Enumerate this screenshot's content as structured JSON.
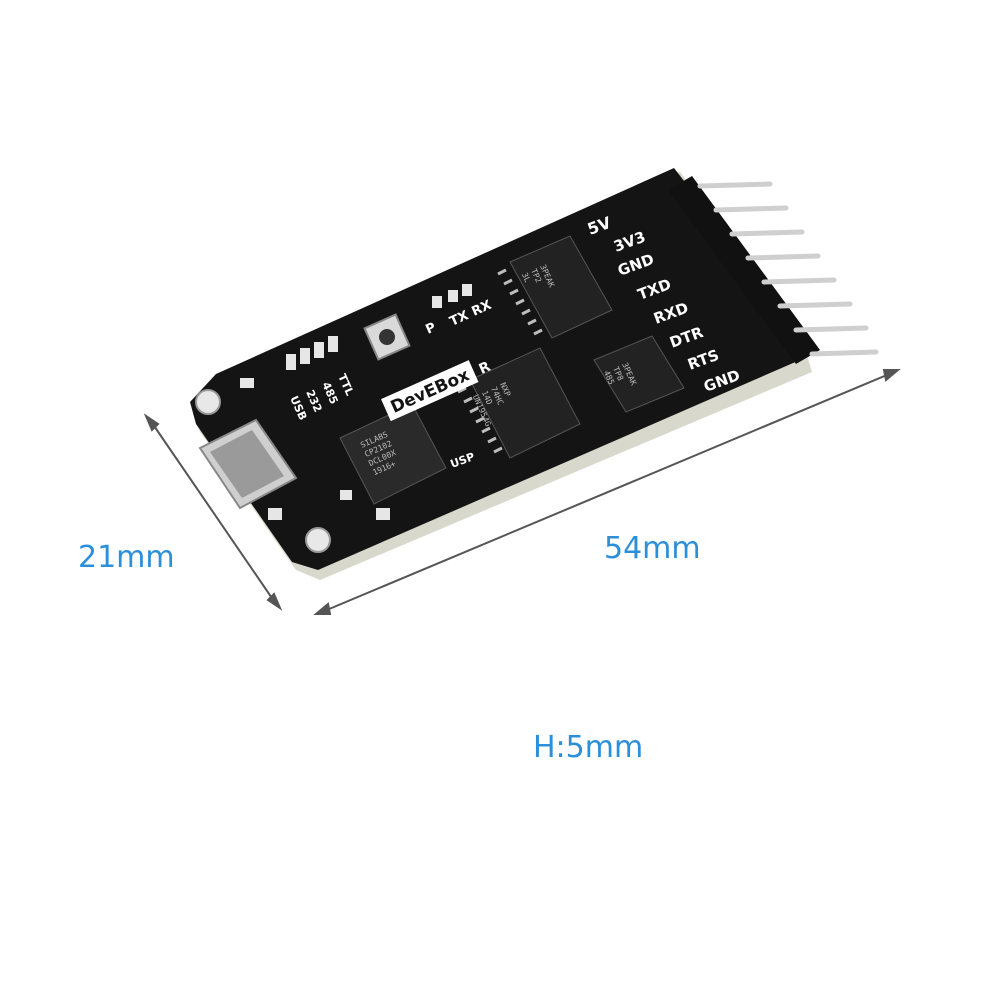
{
  "dimensions": {
    "width": "21mm",
    "length": "54mm",
    "height": "H:5mm"
  },
  "board": {
    "brand": "DevEBox",
    "registered_mark": "R",
    "pins": [
      "5V",
      "3V3",
      "GND",
      "TXD",
      "RXD",
      "DTR",
      "RTS",
      "GND"
    ],
    "leds": [
      "P",
      "TX",
      "RX"
    ],
    "mode_labels": [
      "USB",
      "232",
      "485",
      "TTL"
    ],
    "chip_main": [
      "SILABS",
      "CP2102",
      "DCL00X",
      "1916+"
    ],
    "chip_ic2": [
      "NXP",
      "74HC",
      "14D",
      "UN1954G"
    ],
    "chip_ic3": [
      "3PEAK",
      "TP2",
      "3L"
    ],
    "chip_ic4": [
      "3PEAK",
      "TP8",
      "485"
    ],
    "usp_label": "USP"
  },
  "colors": {
    "accent": "#2b8fd9",
    "pcb": "#141414",
    "silkscreen": "#ffffff"
  }
}
